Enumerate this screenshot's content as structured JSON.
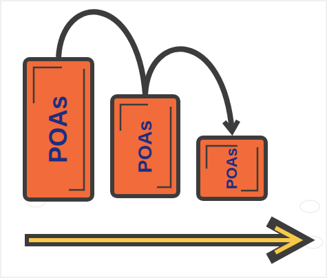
{
  "diagram": {
    "nodes": [
      {
        "text": [
          "POAs"
        ]
      },
      {
        "text": [
          "POAs"
        ]
      },
      {
        "text": [
          "POAs"
        ]
      }
    ],
    "edges": [
      {
        "from": 0,
        "to": 1,
        "arrow": "none"
      },
      {
        "from": 1,
        "to": 2,
        "arrow": "to"
      }
    ]
  }
}
